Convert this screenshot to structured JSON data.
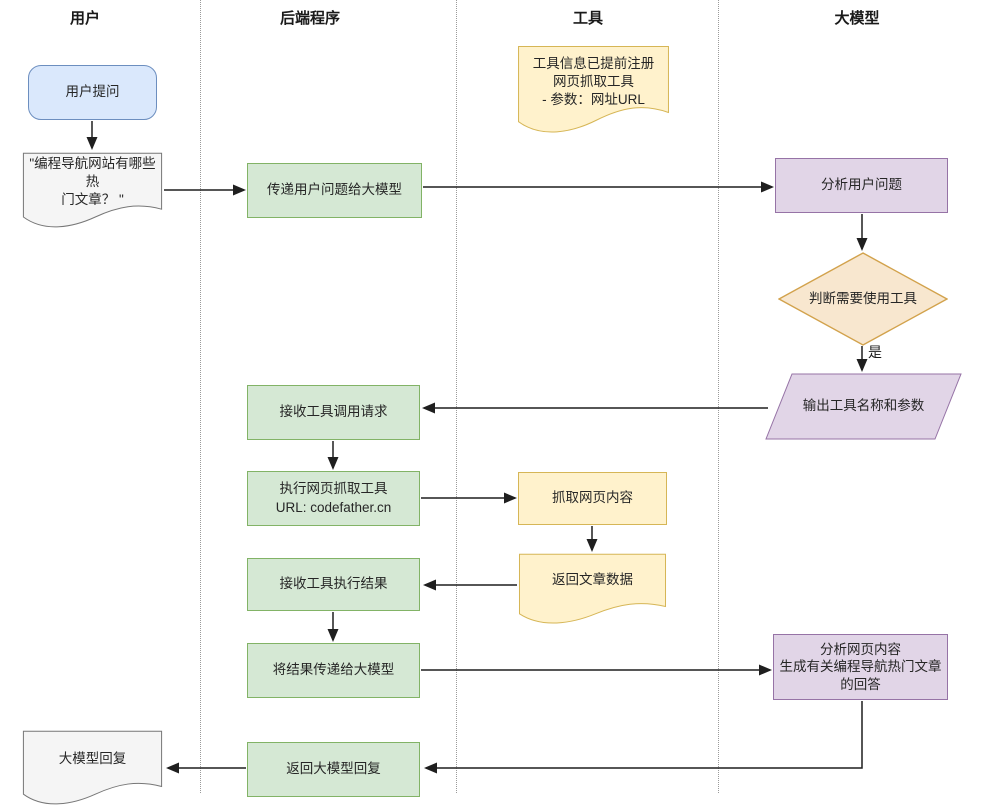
{
  "diagram_title": "LLM tool-calling flow (swimlane diagram)",
  "lanes": [
    {
      "label": "用户"
    },
    {
      "label": "后端程序"
    },
    {
      "label": "工具"
    },
    {
      "label": "大模型"
    }
  ],
  "nodes": {
    "user_question": "用户提问",
    "user_question_doc": "\"编程导航网站有哪些热\n门文章？ \"",
    "pass_question": "传递用户问题给大模型",
    "tool_note": "工具信息已提前注册\n网页抓取工具\n- 参数：网址URL",
    "analyze_question": "分析用户问题",
    "decision_need_tool": "判断需要使用工具",
    "output_tool_params": "输出工具名称和参数",
    "receive_tool_call": "接收工具调用请求",
    "execute_tool": "执行网页抓取工具\nURL: codefather.cn",
    "fetch_web_content": "抓取网页内容",
    "return_article_data": "返回文章数据",
    "receive_tool_result": "接收工具执行结果",
    "pass_result_to_model": "将结果传递给大模型",
    "analyze_web_content": "分析网页内容\n生成有关编程导航热门文章\n的回答",
    "return_model_reply": "返回大模型回复",
    "model_reply_doc": "大模型回复"
  },
  "edge_labels": {
    "yes": "是"
  },
  "colors": {
    "green_fill": "#d5e8d4",
    "green_stroke": "#82b366",
    "yellow_fill": "#fff2cc",
    "yellow_stroke": "#d6b656",
    "purple_fill": "#e1d5e7",
    "purple_stroke": "#9673a6",
    "blue_fill": "#dae8fc",
    "blue_stroke": "#6c8ebf",
    "orange_fill": "#f8e7cf",
    "orange_stroke": "#d2a24c",
    "gray_fill": "#f5f5f5",
    "gray_stroke": "#777777",
    "arrow": "#1f1f1f"
  }
}
